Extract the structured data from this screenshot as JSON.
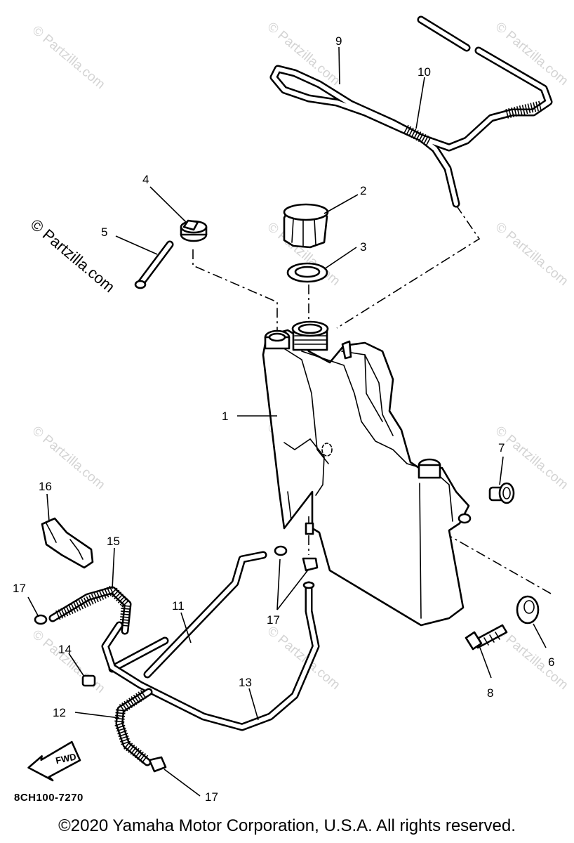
{
  "watermark": "© Partzilla.com",
  "diagram_code": "8CH100-7270",
  "copyright": "©2020 Yamaha Motor Corporation, U.S.A. All rights reserved.",
  "fwd_label": "FWD",
  "callouts": {
    "c1": "1",
    "c2": "2",
    "c3": "3",
    "c4": "4",
    "c5": "5",
    "c6": "6",
    "c7": "7",
    "c8": "8",
    "c9": "9",
    "c10": "10",
    "c11": "11",
    "c12": "12",
    "c13": "13",
    "c14": "14",
    "c15": "15",
    "c16": "16",
    "c17a": "17",
    "c17b": "17",
    "c17c": "17"
  }
}
